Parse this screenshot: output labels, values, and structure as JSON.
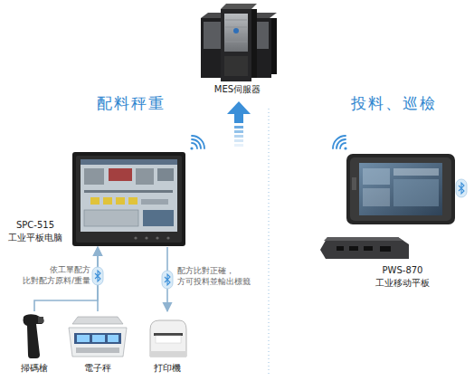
{
  "diagram": {
    "nodes": [
      {
        "text": [
          "MES伺服器"
        ]
      },
      {
        "text": [
          "SPC-515",
          "工业平板电脑"
        ]
      },
      {
        "text": [
          "掃碼槍"
        ]
      },
      {
        "text": [
          "電子秤"
        ]
      },
      {
        "text": [
          "打印機"
        ]
      },
      {
        "text": [
          "PWS-870",
          "工业移动平板"
        ]
      }
    ],
    "edges": [
      {
        "from": 2,
        "to": 1,
        "arrow": "to",
        "label": "依工單配方 比對配方原料/重量"
      },
      {
        "from": 3,
        "to": 1,
        "arrow": "to"
      },
      {
        "from": 1,
        "to": 4,
        "arrow": "to",
        "label": "配方比對正確， 方可投料並輸出標籤"
      }
    ],
    "labels": [
      "配料秤重",
      "投料、巡檢"
    ]
  }
}
